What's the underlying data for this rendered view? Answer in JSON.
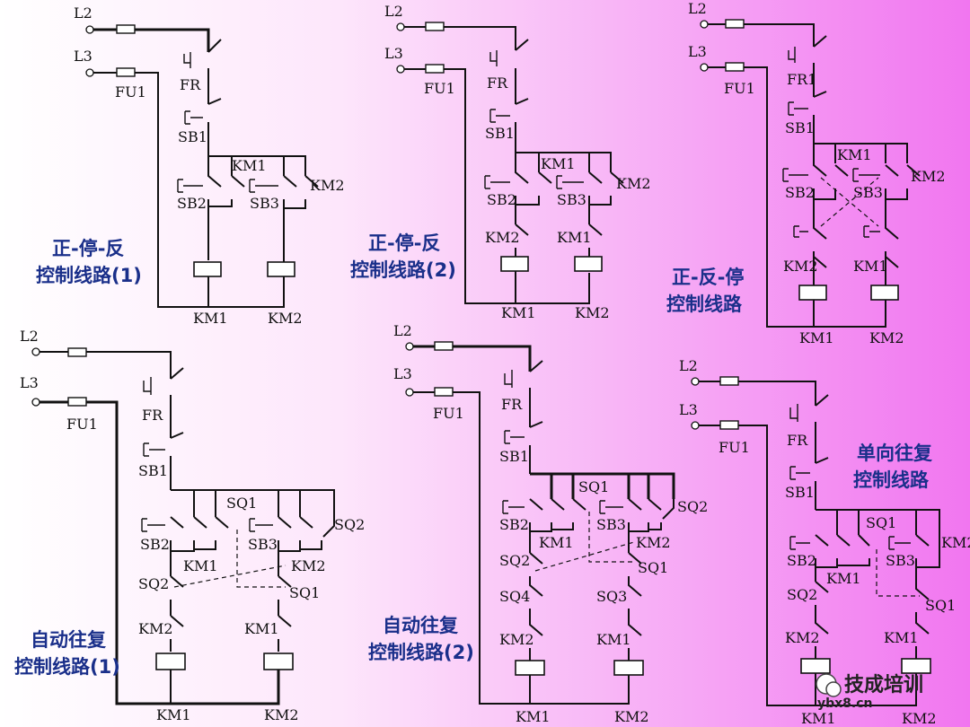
{
  "background": {
    "left_color": "#ffffff",
    "right_color": "#f176f0"
  },
  "circuits": [
    {
      "lines": [
        "L2",
        "L3"
      ],
      "fuse": "FU1",
      "components": [
        "FR",
        "SB1",
        "KM1",
        "SB2",
        "SB3",
        "KM2"
      ],
      "coils": [
        "KM1",
        "KM2"
      ],
      "caption": [
        "正-停-反",
        "控制线路(1)"
      ]
    },
    {
      "lines": [
        "L2",
        "L3"
      ],
      "fuse": "FU1",
      "components": [
        "FR",
        "SB1",
        "KM1",
        "SB2",
        "SB3",
        "KM2",
        "KM2",
        "KM1"
      ],
      "coils": [
        "KM1",
        "KM2"
      ],
      "caption": [
        "正-停-反",
        "控制线路(2)"
      ]
    },
    {
      "lines": [
        "L2",
        "L3"
      ],
      "fuse": "FU1",
      "components": [
        "FR1",
        "SB1",
        "KM1",
        "SB2",
        "SB3",
        "KM2",
        "KM2",
        "KM1"
      ],
      "coils": [
        "KM1",
        "KM2"
      ],
      "caption": [
        "正-反-停",
        "控制线路"
      ]
    },
    {
      "lines": [
        "L2",
        "L3"
      ],
      "fuse": "FU1",
      "components": [
        "FR",
        "SB1",
        "SQ1",
        "SB2",
        "SB3",
        "SQ2",
        "KM1",
        "KM2",
        "SQ2",
        "SQ1",
        "KM2",
        "KM1"
      ],
      "coils": [
        "KM1",
        "KM2"
      ],
      "caption": [
        "自动往复",
        "控制线路(1)"
      ]
    },
    {
      "lines": [
        "L2",
        "L3"
      ],
      "fuse": "FU1",
      "components": [
        "FR",
        "SB1",
        "SQ1",
        "SB2",
        "SB3",
        "SQ2",
        "KM1",
        "KM2",
        "SQ2",
        "SQ1",
        "SQ4",
        "SQ3",
        "KM2",
        "KM1"
      ],
      "coils": [
        "KM1",
        "KM2"
      ],
      "caption": [
        "自动往复",
        "控制线路(2)"
      ]
    },
    {
      "lines": [
        "L2",
        "L3"
      ],
      "fuse": "FU1",
      "components": [
        "FR",
        "SB1",
        "SQ1",
        "SB2",
        "SB3",
        "KM2",
        "KM1",
        "SQ2",
        "SQ1",
        "KM2",
        "KM1"
      ],
      "coils": [
        "KM1",
        "KM2"
      ],
      "caption": [
        "单向往复",
        "控制线路"
      ]
    }
  ],
  "watermark": {
    "name": "技成培训",
    "site": "ybx8.cn"
  }
}
